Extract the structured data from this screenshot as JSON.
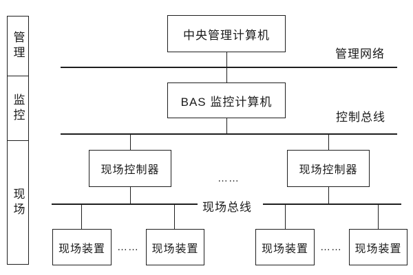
{
  "diagram": {
    "type": "network-architecture",
    "colors": {
      "background": "#ffffff",
      "ink": "#1d1d1d"
    }
  },
  "sidebar": {
    "management": "管理",
    "monitoring": "监控",
    "field": "现场"
  },
  "nodes": {
    "central": {
      "label": "中央管理计算机"
    },
    "bas": {
      "label": "BAS 监控计算机"
    },
    "controller_left": {
      "label": "现场控制器"
    },
    "controller_right": {
      "label": "现场控制器"
    },
    "device_1": {
      "label": "现场装置"
    },
    "device_2": {
      "label": "现场装置"
    },
    "device_3": {
      "label": "现场装置"
    },
    "device_4": {
      "label": "现场装置"
    }
  },
  "bus_labels": {
    "management_network": "管理网络",
    "control_bus": "控制总线",
    "field_bus": "现场总线"
  },
  "ellipsis": {
    "controllers": "……",
    "devices_left": "……",
    "devices_right": "……"
  }
}
